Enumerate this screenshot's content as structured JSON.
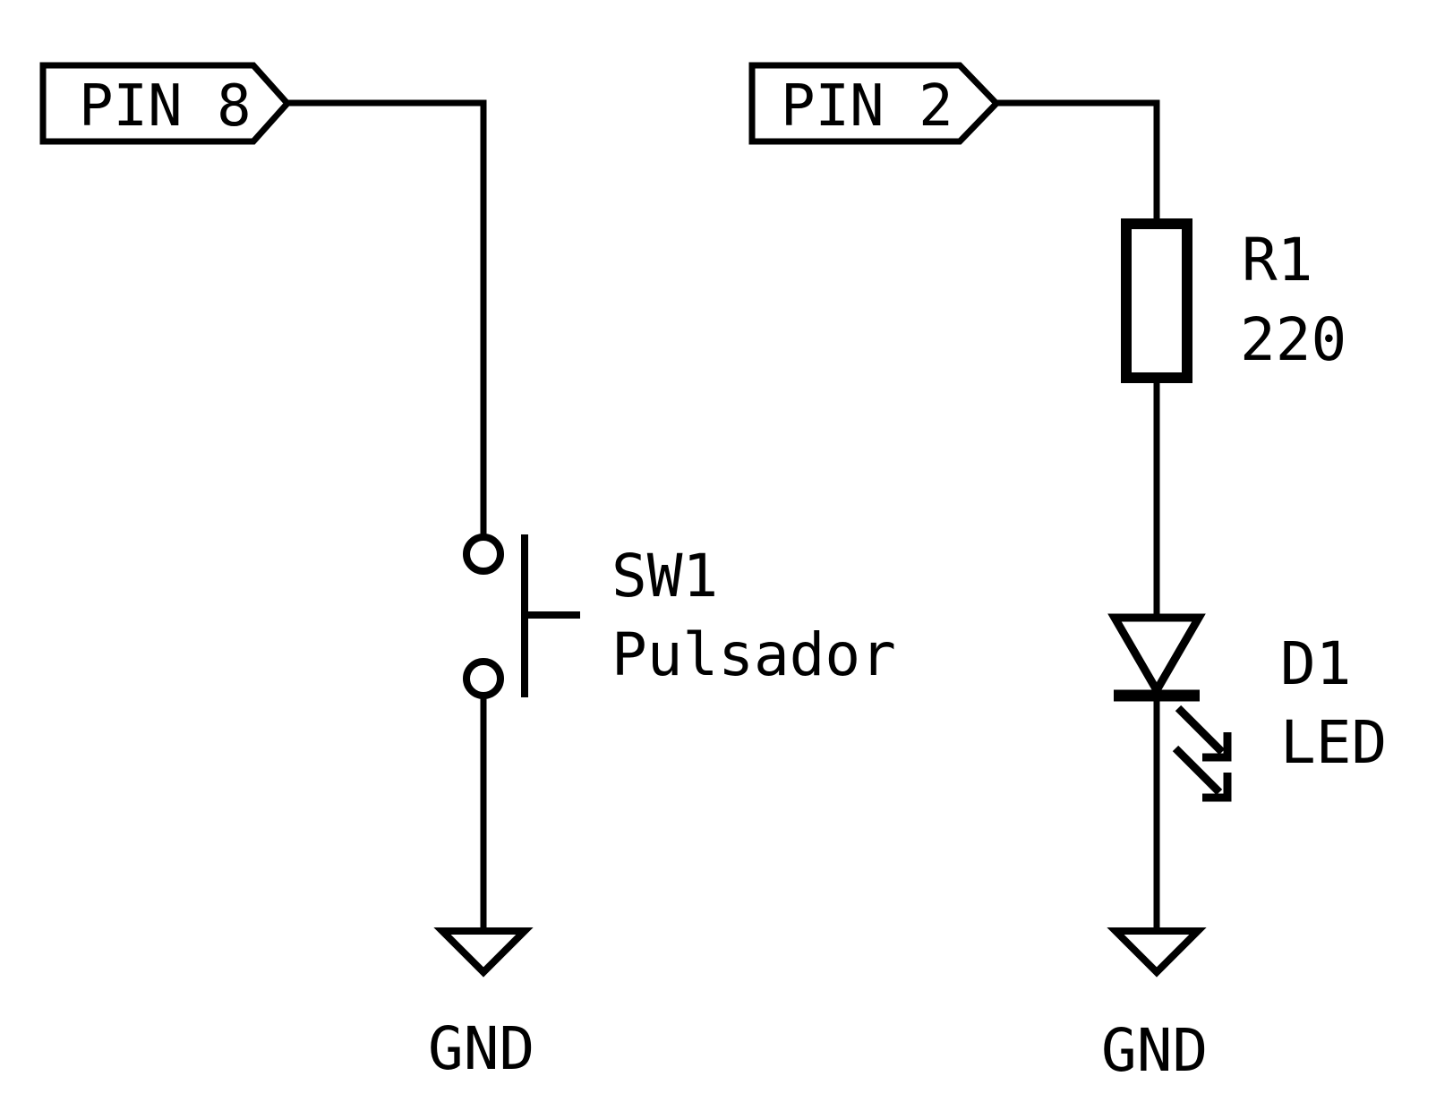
{
  "schematic": {
    "background": "#ffffff",
    "stroke_color": "#000000",
    "left_branch": {
      "net_label": "PIN 8",
      "switch_ref": "SW1",
      "switch_value": "Pulsador",
      "ground_label": "GND"
    },
    "right_branch": {
      "net_label": "PIN 2",
      "resistor_ref": "R1",
      "resistor_value": "220",
      "led_ref": "D1",
      "led_value": "LED",
      "ground_label": "GND"
    }
  }
}
